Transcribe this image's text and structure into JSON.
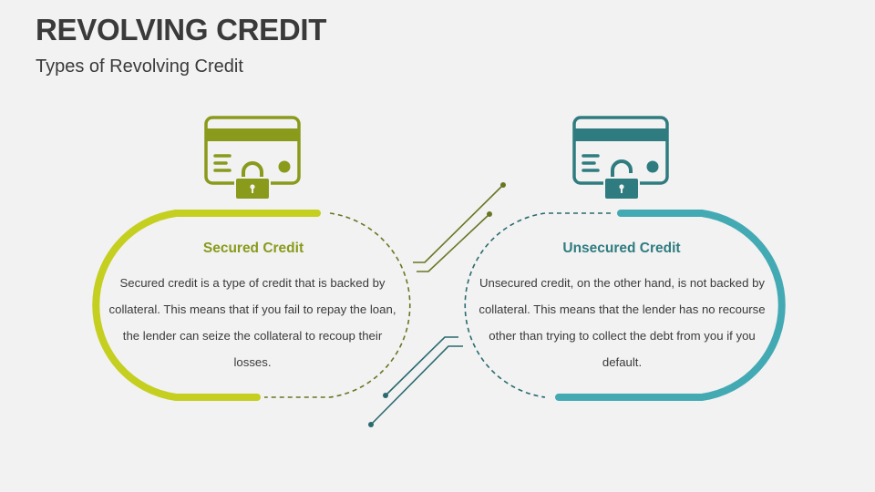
{
  "title": "REVOLVING CREDIT",
  "subtitle": "Types of Revolving Credit",
  "colors": {
    "secured": "#8a9a1b",
    "secured_bright": "#c5cf1f",
    "secured_dash": "#6a7522",
    "unsecured": "#2f7c80",
    "unsecured_bright": "#43aab4",
    "unsecured_dash": "#2a6a6e"
  },
  "secured": {
    "icon": "card-locked-icon",
    "heading": "Secured Credit",
    "body": "Secured credit is a type of credit that is backed by collateral. This means that if you fail to repay the loan, the lender can seize the collateral to recoup their losses."
  },
  "unsecured": {
    "icon": "card-unlocked-icon",
    "heading": "Unsecured Credit",
    "body": "Unsecured credit, on the other hand, is not backed by collateral. This means that the lender has no recourse other than trying to collect the debt from you if you default."
  }
}
